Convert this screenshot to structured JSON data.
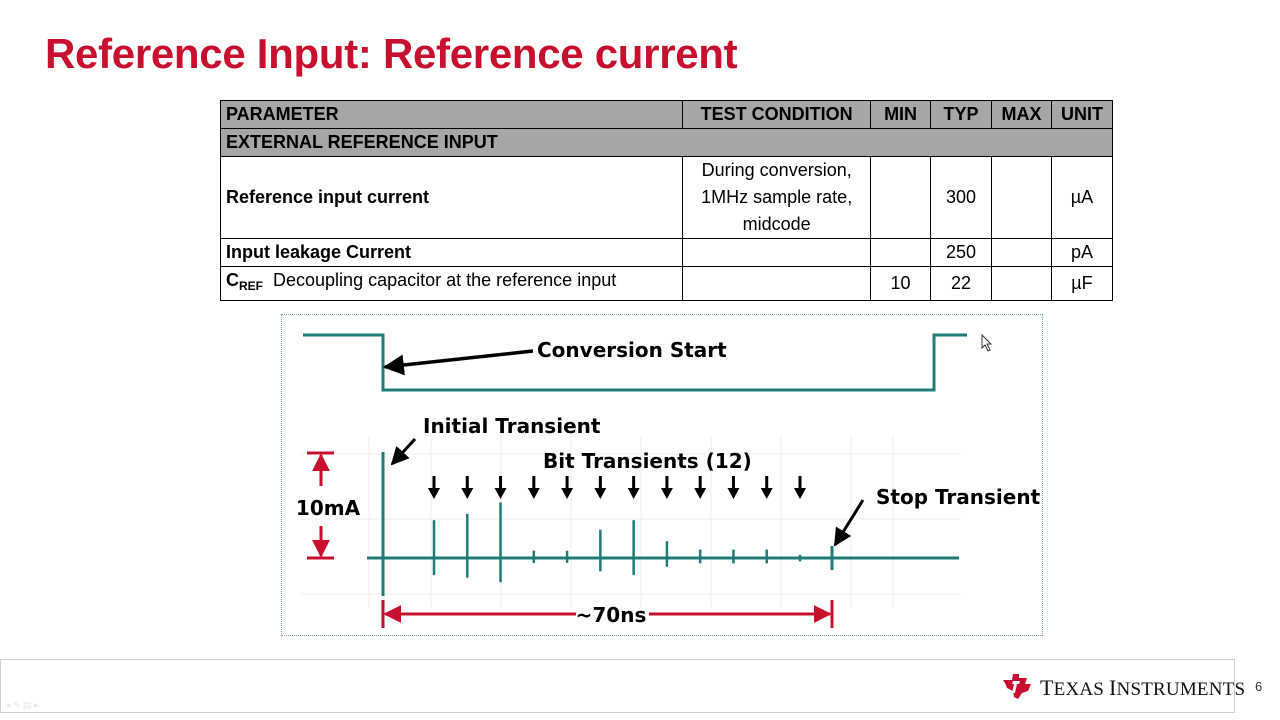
{
  "slide": {
    "title": "Reference Input: Reference current",
    "page_number": "6"
  },
  "table": {
    "headers": [
      "PARAMETER",
      "TEST CONDITION",
      "MIN",
      "TYP",
      "MAX",
      "UNIT"
    ],
    "section": "EXTERNAL REFERENCE INPUT",
    "rows": [
      {
        "parameter": "Reference input current",
        "condition_lines": [
          "During conversion,",
          "1MHz sample rate,",
          "midcode"
        ],
        "min": "",
        "typ": "300",
        "max": "",
        "unit": "µA"
      },
      {
        "parameter": "Input leakage Current",
        "condition_lines": [],
        "min": "",
        "typ": "250",
        "max": "",
        "unit": "pA"
      },
      {
        "symbol": "C",
        "symbol_sub": "REF",
        "parameter": "Decoupling capacitor at the reference input",
        "condition_lines": [],
        "min": "10",
        "typ": "22",
        "max": "",
        "unit": "µF"
      }
    ]
  },
  "diagram": {
    "labels": {
      "conversion_start": "Conversion Start",
      "initial_transient": "Initial Transient",
      "bit_transients": "Bit Transients (12)",
      "stop_transient": "Stop Transient",
      "amplitude": "10mA",
      "duration": "~70ns"
    },
    "bit_transient_count": 12,
    "bit_transient_heights_fraction": [
      0.36,
      0.42,
      0.53,
      0.07,
      0.07,
      0.27,
      0.36,
      0.16,
      0.08,
      0.08,
      0.08,
      0.03
    ],
    "colors": {
      "trace": "#1f7a7a",
      "dimension": "#c8102e",
      "arrow": "#000000"
    }
  },
  "footer": {
    "brand": "Texas Instruments",
    "brand_first": "T",
    "brand_rest1": "EXAS ",
    "brand_second": "I",
    "brand_rest2": "NSTRUMENTS"
  }
}
